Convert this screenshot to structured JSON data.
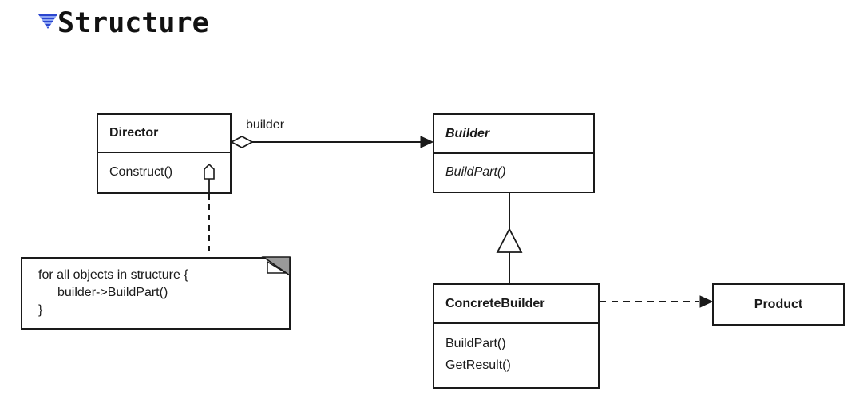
{
  "heading": {
    "label": "Structure",
    "disclosure_icon": "striped-blue-triangle-down"
  },
  "diagram": {
    "classes": [
      {
        "name": "Director",
        "stereotype": "concrete",
        "methods": [
          "Construct()"
        ]
      },
      {
        "name": "Builder",
        "stereotype": "abstract",
        "methods": [
          "BuildPart()"
        ]
      },
      {
        "name": "ConcreteBuilder",
        "stereotype": "concrete",
        "methods": [
          "BuildPart()",
          "GetResult()"
        ]
      },
      {
        "name": "Product",
        "stereotype": "concrete",
        "methods": []
      }
    ],
    "relationships": [
      {
        "type": "aggregation",
        "from": "Director",
        "to": "Builder",
        "label": "builder",
        "arrow": "open-diamond-to-filled-arrow"
      },
      {
        "type": "generalization",
        "from": "ConcreteBuilder",
        "to": "Builder",
        "arrow": "hollow-triangle"
      },
      {
        "type": "dependency",
        "from": "ConcreteBuilder",
        "to": "Product",
        "arrow": "dashed-filled-arrow"
      },
      {
        "type": "note-attachment",
        "from": "Director.Construct()",
        "to": "pseudocode-note",
        "arrow": "dashed-line-with-anchor"
      }
    ],
    "note": {
      "lines": [
        "for all objects in structure {",
        "builder->BuildPart()",
        "}"
      ]
    }
  },
  "colors": {
    "line": "#1a1a1a",
    "box_fill": "#ffffff",
    "note_fold_gray": "#9a9a9a",
    "disclosure_blue_dark": "#2b46cf",
    "disclosure_blue_light": "#8ea6f3"
  }
}
